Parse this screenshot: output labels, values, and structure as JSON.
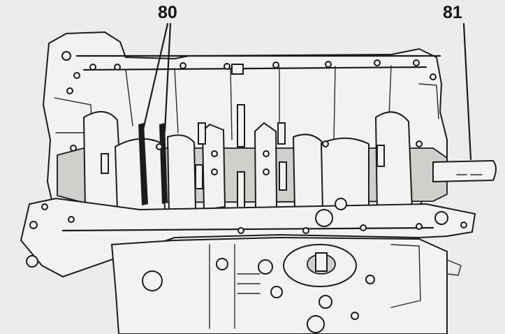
{
  "callouts": [
    {
      "id": "80",
      "text": "80"
    },
    {
      "id": "81",
      "text": "81"
    }
  ],
  "colors": {
    "background": "#ececea",
    "ink": "#1c1c1c",
    "shade": "#cfcfcc"
  }
}
